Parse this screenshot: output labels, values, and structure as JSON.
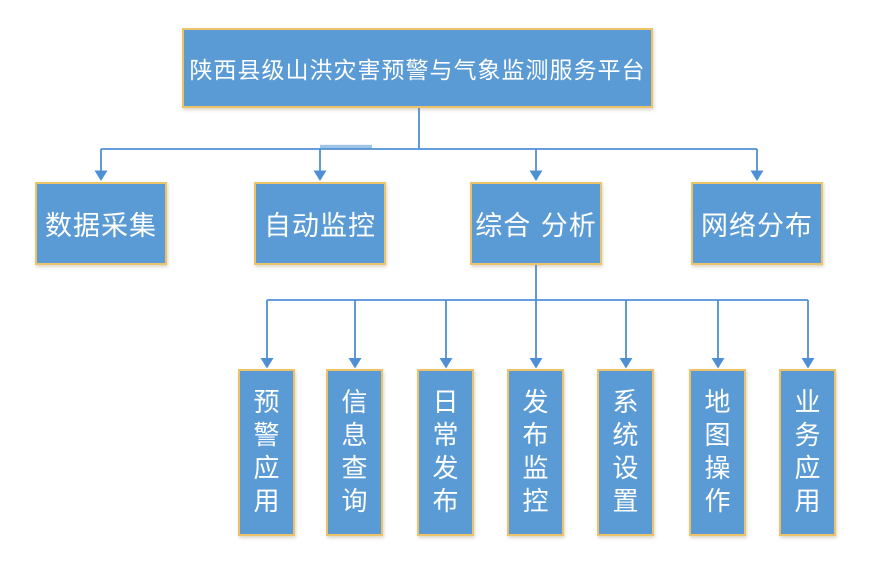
{
  "diagram": {
    "root": {
      "label": "陕西县级山洪灾害预警与气象监测服务平台"
    },
    "level2": [
      {
        "label": "数据采集"
      },
      {
        "label": "自动监控"
      },
      {
        "label": "综合 分析"
      },
      {
        "label": "网络分布"
      }
    ],
    "level3": [
      {
        "label": "预警应用"
      },
      {
        "label": "信息查询"
      },
      {
        "label": "日常发布"
      },
      {
        "label": "发布监控"
      },
      {
        "label": "系统设置"
      },
      {
        "label": "地图操作"
      },
      {
        "label": "业务应用"
      }
    ],
    "colors": {
      "node_fill": "#5B9BD5",
      "node_border": "#EDC36A",
      "connector": "#4F90D5",
      "connector_highlight": "#9FC5E8",
      "text": "#FFFFFF"
    }
  }
}
